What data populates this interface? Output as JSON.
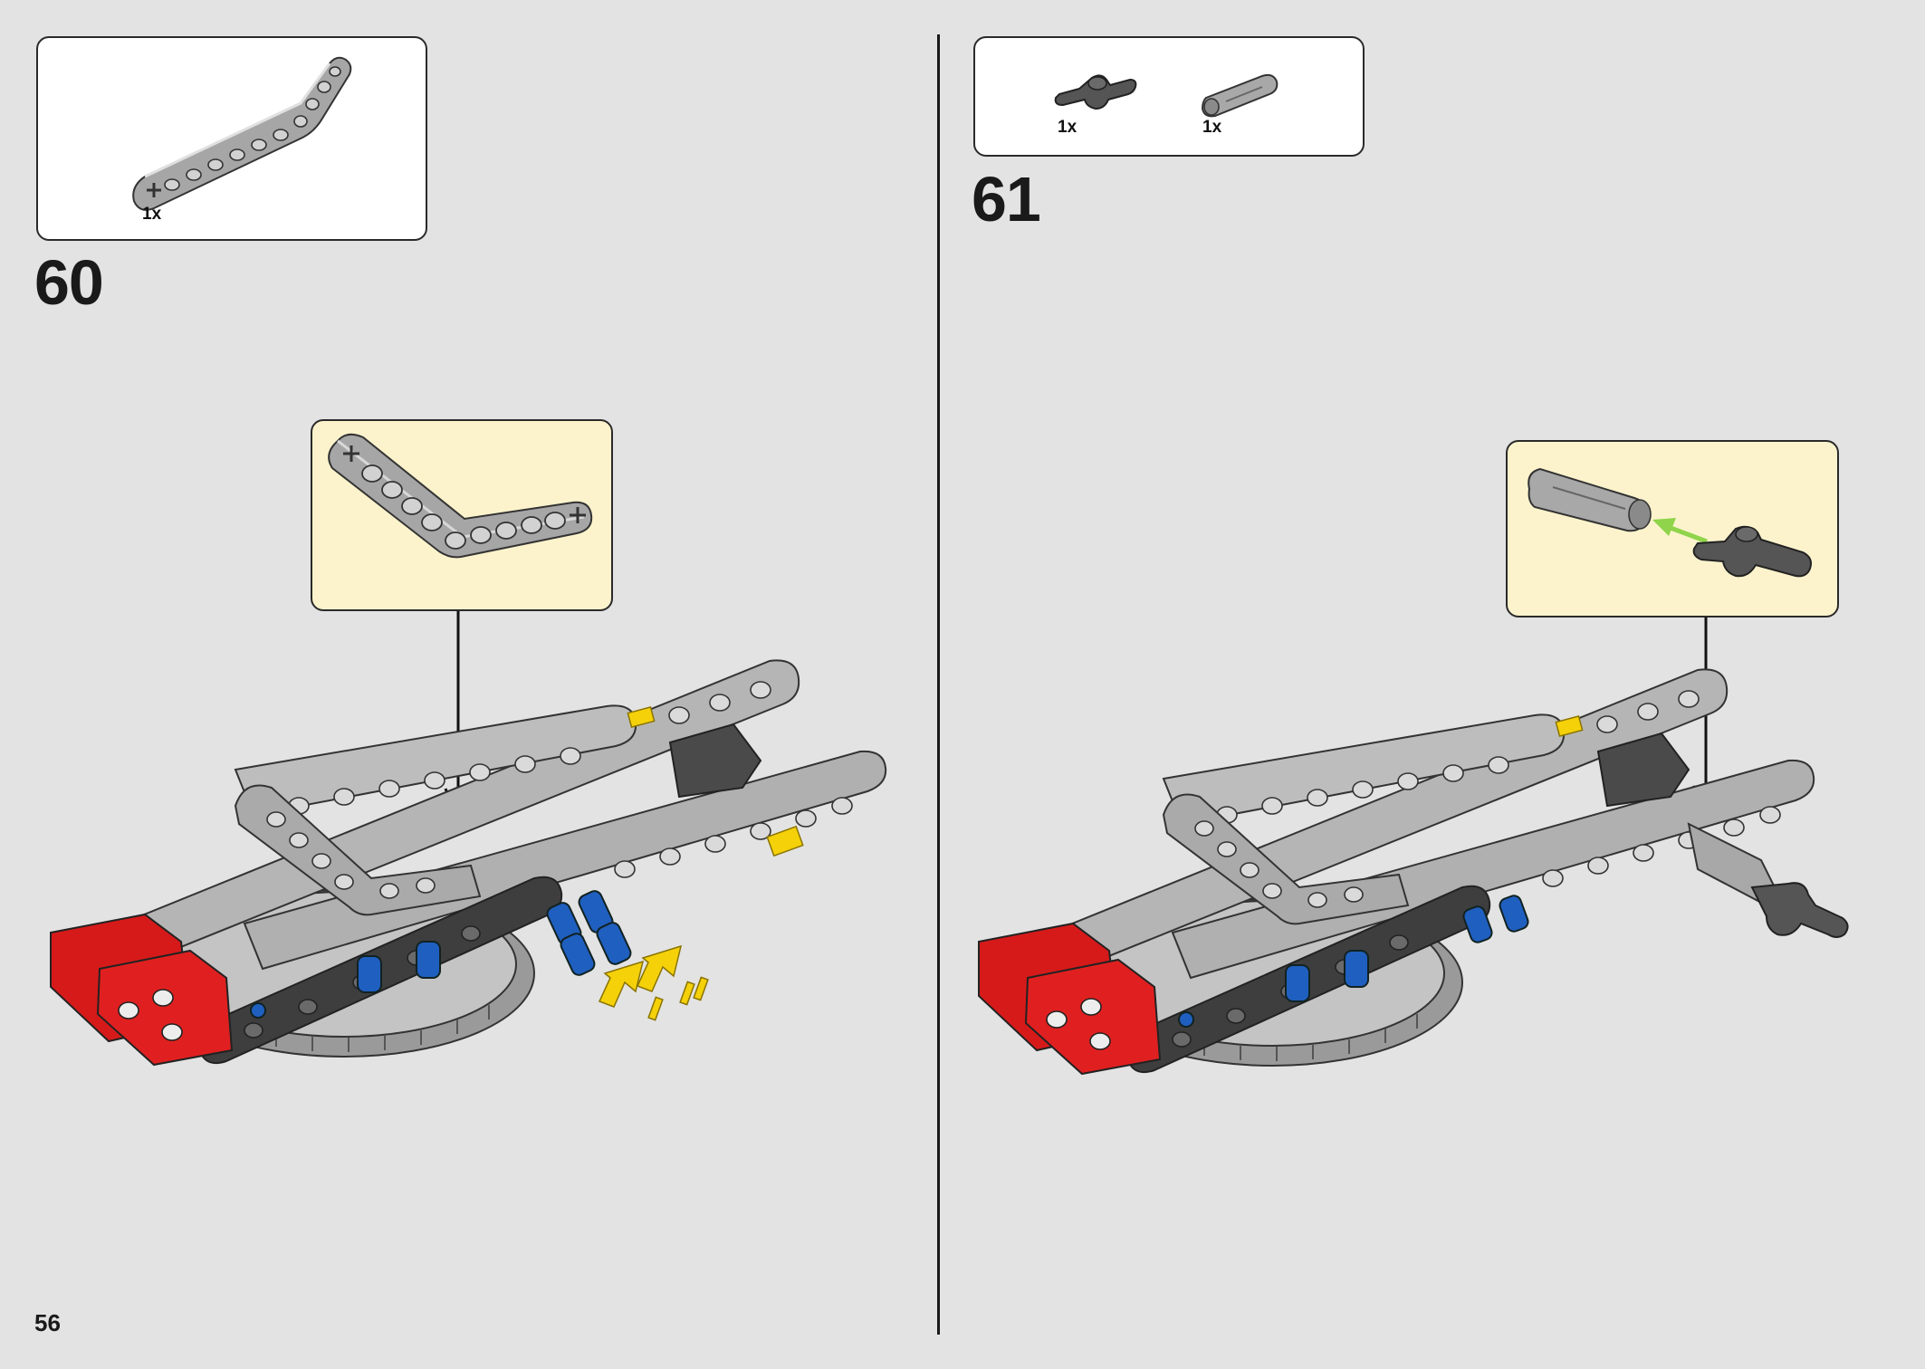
{
  "page": {
    "number": "56",
    "background": "#e3e3e3"
  },
  "steps": [
    {
      "number": "60",
      "parts": [
        {
          "qty": "1x",
          "icon": "bent-liftarm-icon",
          "color": "#a0a0a0"
        }
      ],
      "callout": {
        "icon": "bent-liftarm-icon",
        "background": "#fcf3cc"
      }
    },
    {
      "number": "61",
      "parts": [
        {
          "qty": "1x",
          "icon": "axle-connector-hub-icon",
          "color": "#5a5a5a"
        },
        {
          "qty": "1x",
          "icon": "axle-joiner-icon",
          "color": "#a0a0a0"
        }
      ],
      "callout": {
        "icon": "axle-joiner-assembly-icon",
        "background": "#fcf3cc"
      }
    }
  ],
  "colors": {
    "red": "#d61a1a",
    "light_gray": "#a8a8a8",
    "dark_gray": "#3c3c3c",
    "blue": "#1f5fbf",
    "yellow": "#f5d10a",
    "arrow_green": "#8fd44a"
  }
}
